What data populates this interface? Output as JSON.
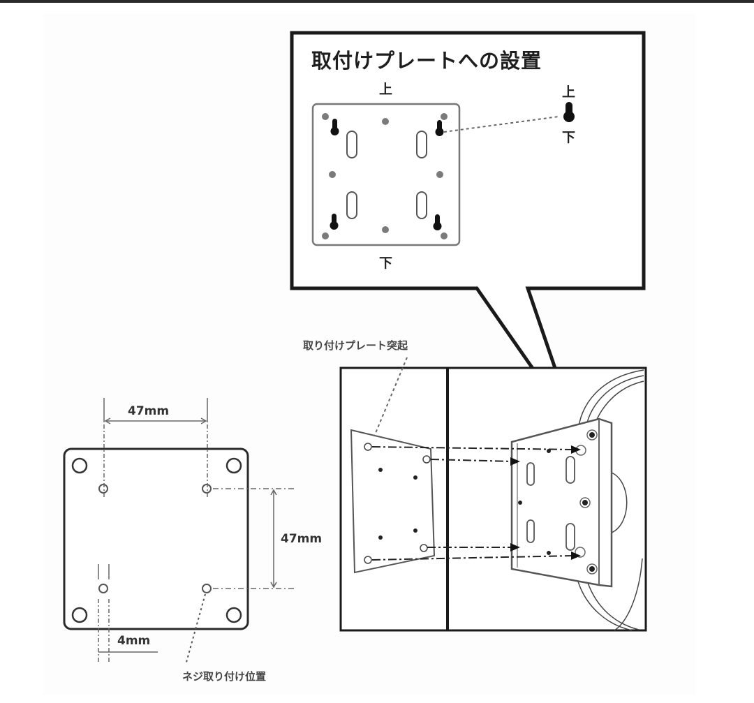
{
  "diagram": {
    "callout": {
      "title": "取付けプレートへの設置",
      "plate_top_label": "上",
      "plate_bottom_label": "下",
      "keyhole_top_label": "上",
      "keyhole_bottom_label": "下"
    },
    "dimensions": {
      "horizontal": "47mm",
      "vertical": "47mm",
      "offset": "4mm"
    },
    "annotations": {
      "screw_position": "ネジ取り付け位置",
      "plate_protrusion": "取り付けプレート突起"
    },
    "colors": {
      "line": "#1a1a1a",
      "hole_gray": "#7a7a7a",
      "background": "#ffffff",
      "top_bar": "#2a2a2a"
    }
  }
}
